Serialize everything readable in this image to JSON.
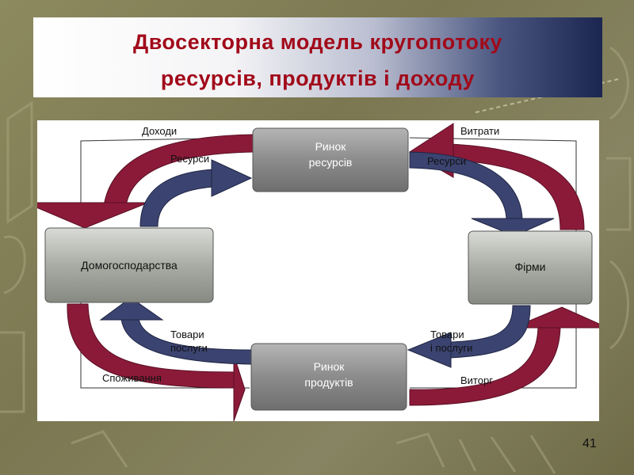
{
  "title": {
    "line1": "Двосекторна модель кругопотоку",
    "line2": "ресурсів, продуктів і доходу"
  },
  "diagram": {
    "boxes": {
      "resource_market": [
        "Ринок",
        "ресурсів"
      ],
      "product_market": [
        "Ринок",
        "продуктів"
      ],
      "households": "Домогосподарства",
      "firms": "Фірми"
    },
    "flows": {
      "income": "Доходи",
      "resources_left": "Ресурси",
      "costs": "Витрати",
      "resources_right": "Ресурси",
      "goods_left": [
        "Товари",
        "послуги"
      ],
      "consumption": "Споживання",
      "goods_right": [
        "Товари",
        "і послуги"
      ],
      "revenue": "Виторг"
    }
  },
  "slide_number": "41",
  "colors": {
    "title_text": "#a10a1a",
    "money_arrow": "#8b1a38",
    "goods_arrow": "#3b4470",
    "box_fill": "#8f8f8f"
  }
}
